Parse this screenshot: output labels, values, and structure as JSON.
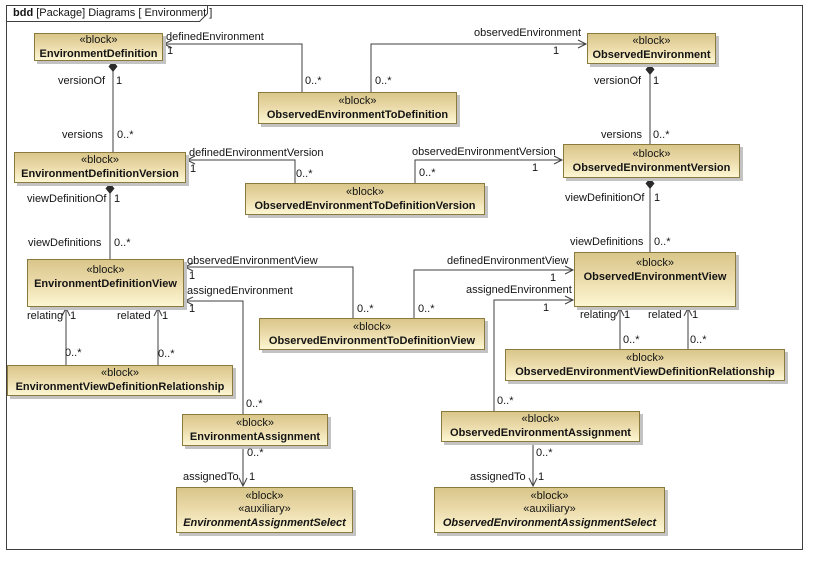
{
  "frame": {
    "keyword": "bdd",
    "title": " [Package] Diagrams [ Environment ]"
  },
  "colors": {
    "block_fill_top": "#d8c68a",
    "block_fill_bottom": "#fcf6d2",
    "block_border": "#8a7a3e",
    "line": "#3f3f3f"
  },
  "blocks": {
    "environmentDefinition": {
      "stereotype": "«block»",
      "name": "EnvironmentDefinition"
    },
    "observedEnvironment": {
      "stereotype": "«block»",
      "name": "ObservedEnvironment"
    },
    "observedEnvironmentToDefinition": {
      "stereotype": "«block»",
      "name": "ObservedEnvironmentToDefinition"
    },
    "environmentDefinitionVersion": {
      "stereotype": "«block»",
      "name": "EnvironmentDefinitionVersion"
    },
    "observedEnvironmentVersion": {
      "stereotype": "«block»",
      "name": "ObservedEnvironmentVersion"
    },
    "observedEnvironmentToDefinitionVersion": {
      "stereotype": "«block»",
      "name": "ObservedEnvironmentToDefinitionVersion"
    },
    "environmentDefinitionView": {
      "stereotype": "«block»",
      "name": "EnvironmentDefinitionView"
    },
    "observedEnvironmentView": {
      "stereotype": "«block»",
      "name": "ObservedEnvironmentView"
    },
    "observedEnvironmentToDefinitionView": {
      "stereotype": "«block»",
      "name": "ObservedEnvironmentToDefinitionView"
    },
    "environmentViewDefinitionRelationship": {
      "stereotype": "«block»",
      "name": "EnvironmentViewDefinitionRelationship"
    },
    "observedEnvironmentViewDefinitionRelationship": {
      "stereotype": "«block»",
      "name": "ObservedEnvironmentViewDefinitionRelationship"
    },
    "environmentAssignment": {
      "stereotype": "«block»",
      "name": "EnvironmentAssignment"
    },
    "observedEnvironmentAssignment": {
      "stereotype": "«block»",
      "name": "ObservedEnvironmentAssignment"
    },
    "environmentAssignmentSelect": {
      "stereotype": "«block»",
      "stereotype2": "«auxiliary»",
      "name": "EnvironmentAssignmentSelect"
    },
    "observedEnvironmentAssignmentSelect": {
      "stereotype": "«block»",
      "stereotype2": "«auxiliary»",
      "name": "ObservedEnvironmentAssignmentSelect"
    }
  },
  "edges": {
    "definedEnvironment": {
      "name": "definedEnvironment",
      "mult_one": "1",
      "mult_many": "0..*"
    },
    "observedEnvironment": {
      "name": "observedEnvironment",
      "mult_one": "1",
      "mult_many": "0..*"
    },
    "definedEnvironmentVersion": {
      "name": "definedEnvironmentVersion",
      "mult_one": "1",
      "mult_many": "0..*"
    },
    "observedEnvironmentVersion": {
      "name": "observedEnvironmentVersion",
      "mult_one": "1",
      "mult_many": "0..*"
    },
    "observedEnvironmentView": {
      "name": "observedEnvironmentView",
      "mult_one": "1",
      "mult_many": "0..*"
    },
    "definedEnvironmentView": {
      "name": "definedEnvironmentView",
      "mult_one": "1",
      "mult_many": "0..*"
    },
    "assignedEnvironment_left": {
      "name": "assignedEnvironment",
      "mult_one": "1",
      "mult_many": "0..*"
    },
    "assignedEnvironment_right": {
      "name": "assignedEnvironment",
      "mult_one": "1",
      "mult_many": "0..*"
    },
    "versions_left": {
      "role_parent": "versionOf",
      "mult_parent": "1",
      "role_child": "versions",
      "mult_child": "0..*"
    },
    "versions_right": {
      "role_parent": "versionOf",
      "mult_parent": "1",
      "role_child": "versions",
      "mult_child": "0..*"
    },
    "viewDefinitions_left": {
      "role_parent": "viewDefinitionOf",
      "mult_parent": "1",
      "role_child": "viewDefinitions",
      "mult_child": "0..*"
    },
    "viewDefinitions_right": {
      "role_parent": "viewDefinitionOf",
      "mult_parent": "1",
      "role_child": "viewDefinitions",
      "mult_child": "0..*"
    },
    "relating_left": {
      "role": "relating",
      "mult_one": "1",
      "mult_many": "0..*"
    },
    "related_left": {
      "role": "related",
      "mult_one": "1",
      "mult_many": "0..*"
    },
    "relating_right": {
      "role": "relating",
      "mult_one": "1",
      "mult_many": "0..*"
    },
    "related_right": {
      "role": "related",
      "mult_one": "1",
      "mult_many": "0..*"
    },
    "assignedTo_left": {
      "role": "assignedTo",
      "mult_one": "1",
      "mult_many": "0..*"
    },
    "assignedTo_right": {
      "role": "assignedTo",
      "mult_one": "1",
      "mult_many": "0..*"
    }
  }
}
